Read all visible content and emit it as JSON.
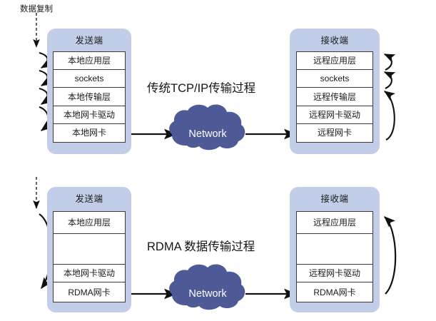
{
  "figure": {
    "title_top": "传统TCP/IP传输过程",
    "title_bottom": "RDMA 数据传输过程",
    "copy_label": "数据复制",
    "cloud_label_top": "Network",
    "cloud_label_bottom": "Network"
  },
  "colors": {
    "panel_fill": "#c2cee8",
    "cloud_fill": "#4e5a96",
    "box_stroke": "#3a3a3a",
    "box_fill": "#ffffff",
    "arrow": "#111111",
    "text": "#1a1a1a",
    "cloud_text": "#ffffff"
  },
  "top_diagram": {
    "sender": {
      "title": "发送端",
      "layers": [
        "本地应用层",
        "sockets",
        "本地传输层",
        "本地网卡驱动",
        "本地网卡"
      ]
    },
    "receiver": {
      "title": "接收端",
      "layers": [
        "远程应用层",
        "sockets",
        "远程传输层",
        "远程网卡驱动",
        "远程网卡"
      ]
    },
    "caption": "传统TCP/IP传输过程",
    "cloud": "Network"
  },
  "bottom_diagram": {
    "sender": {
      "title": "发送端",
      "layers": [
        "本地应用层",
        "",
        "本地网卡驱动",
        "RDMA网卡"
      ]
    },
    "receiver": {
      "title": "接收端",
      "layers": [
        "远程应用层",
        "",
        "远程网卡驱动",
        "RDMA网卡"
      ]
    },
    "caption": "RDMA 数据传输过程",
    "cloud": "Network"
  }
}
